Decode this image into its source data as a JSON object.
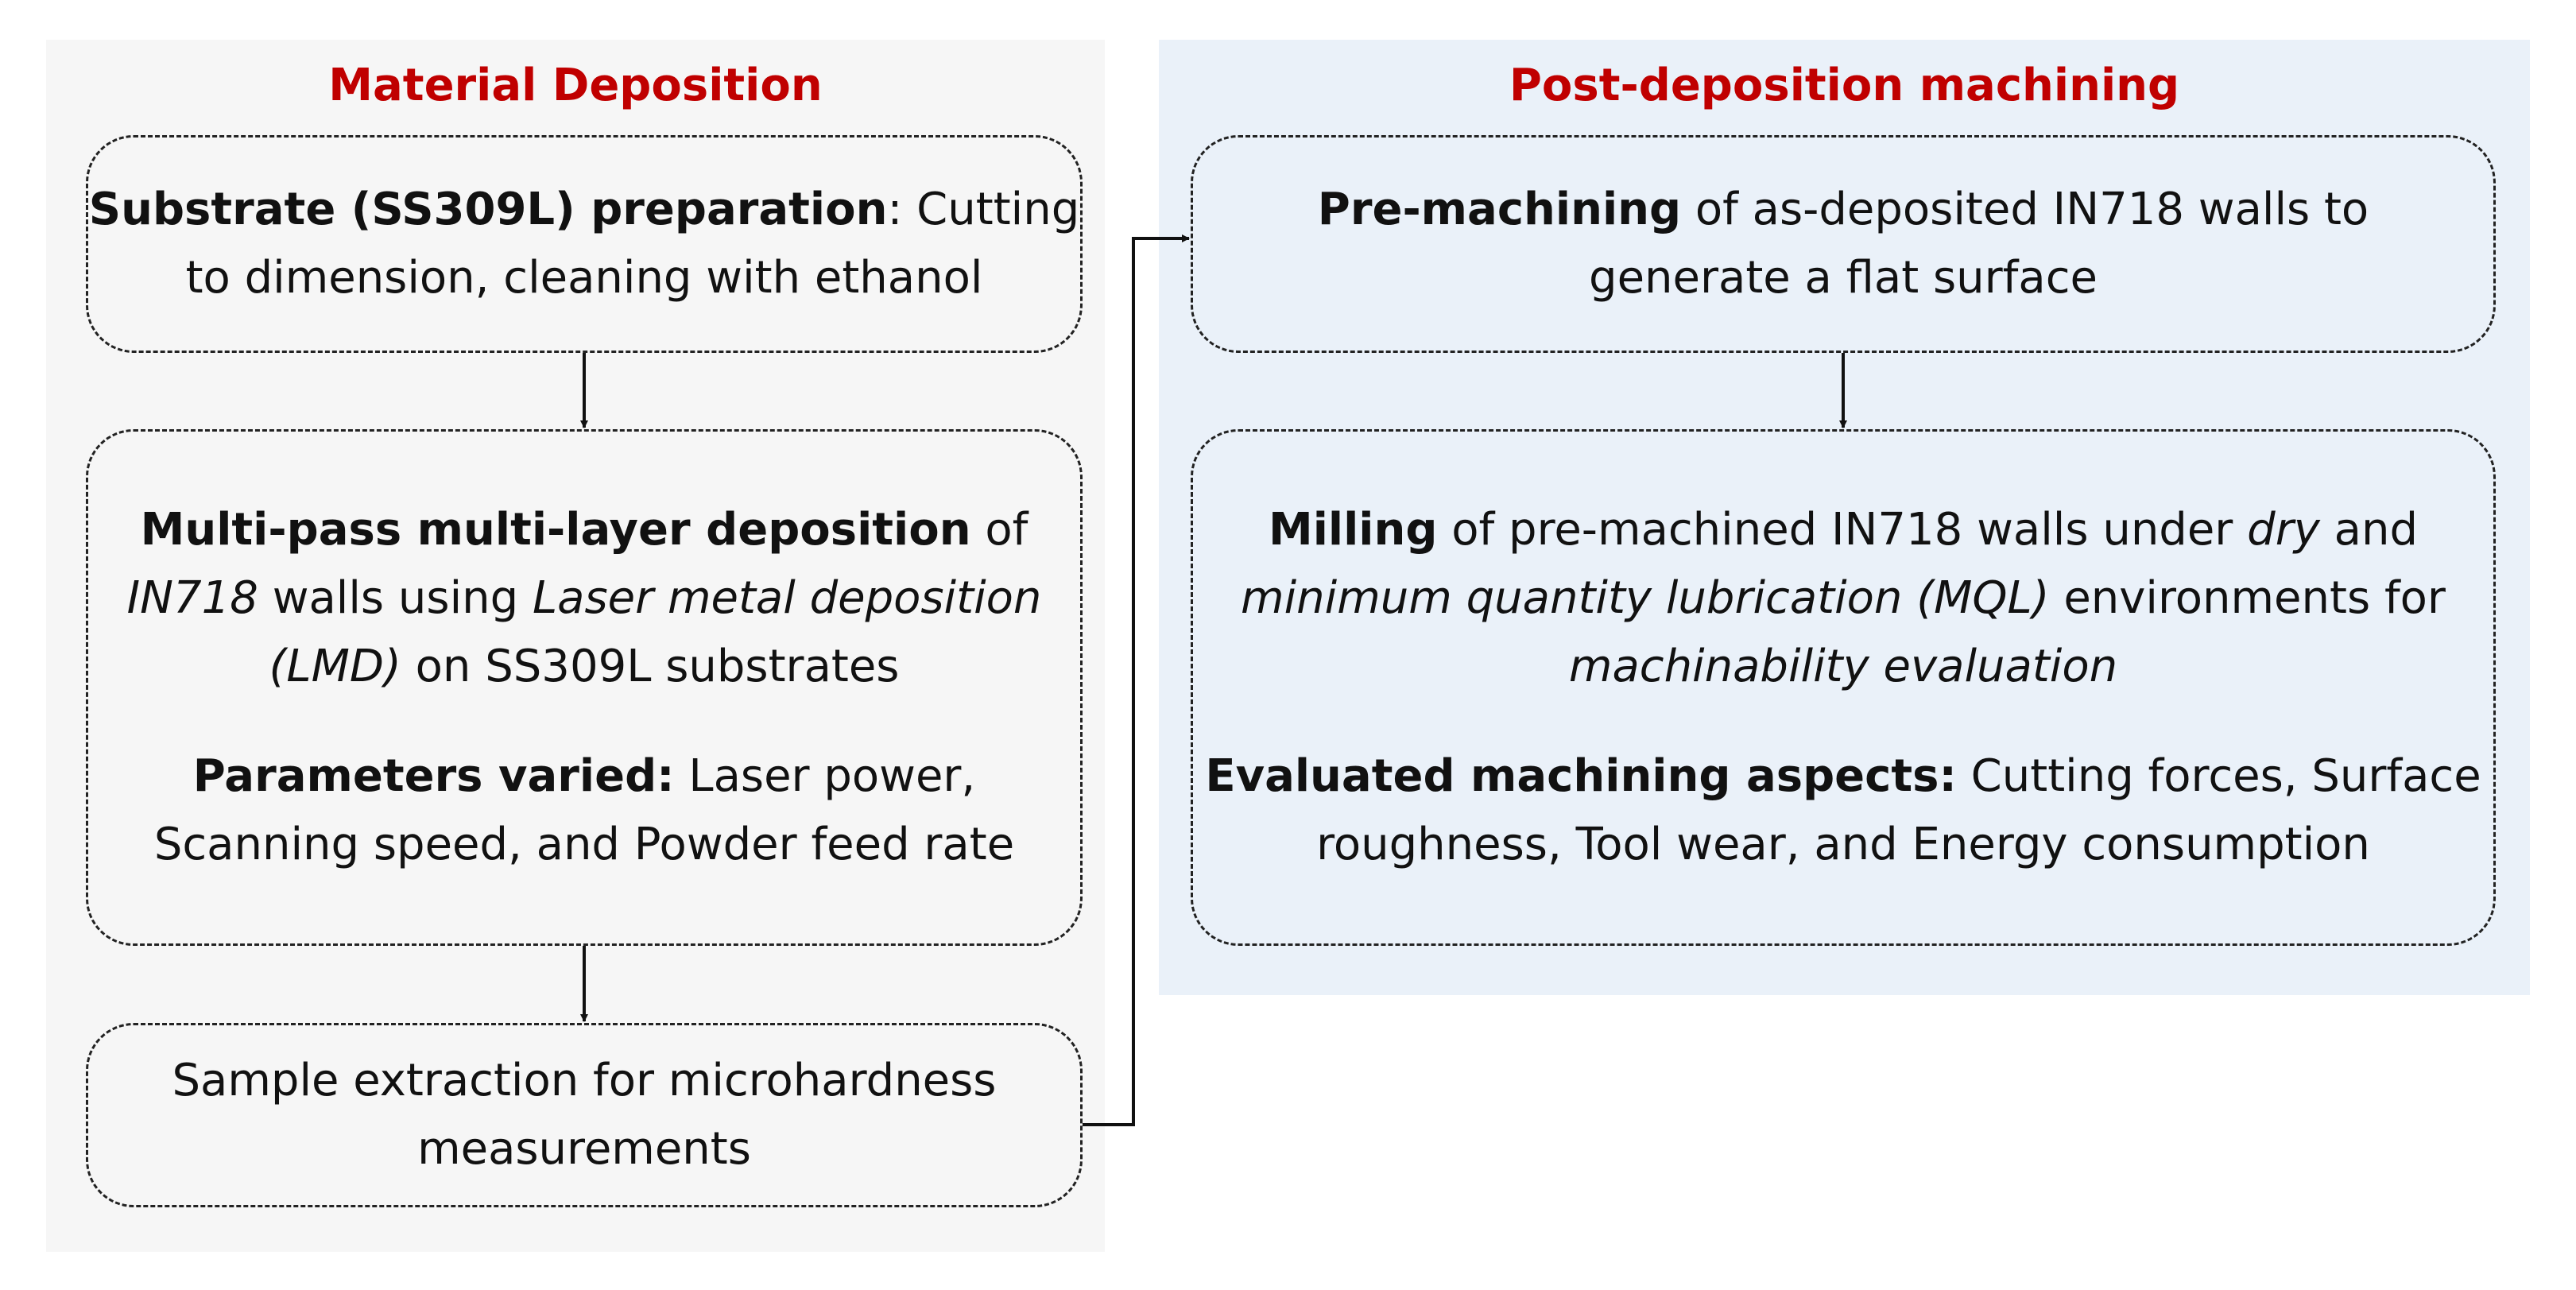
{
  "left_panel": {
    "title": "Material Deposition",
    "box_substrate": {
      "bold": "Substrate (SS309L) preparation",
      "rest1": ": Cutting",
      "line2": "to dimension, cleaning with ethanol"
    },
    "box_deposition": {
      "bold1": "Multi-pass multi-layer deposition",
      "rest1": " of",
      "it2a": "IN718",
      "rest2": " walls using ",
      "it2b": "Laser metal deposition",
      "it3": "(LMD)",
      "rest3": " on SS309L substrates",
      "bold4": "Parameters varied:",
      "rest4": " Laser power,",
      "line5": "Scanning speed, and Powder feed rate"
    },
    "box_sample": {
      "line1": "Sample extraction for microhardness",
      "line2": "measurements"
    }
  },
  "right_panel": {
    "title": "Post-deposition machining",
    "box_premach": {
      "bold": "Pre-machining",
      "rest1": " of as-deposited IN718 walls to",
      "line2": "generate a flat surface"
    },
    "box_milling": {
      "bold1": "Milling",
      "rest1a": " of pre-machined IN718 walls under ",
      "it1": "dry",
      "rest1b": " and",
      "it2": "minimum quantity lubrication (MQL)",
      "rest2": " environments for",
      "it3": "machinability evaluation",
      "bold4": "Evaluated machining aspects:",
      "rest4": " Cutting forces, Surface",
      "line5": "roughness, Tool wear, and Energy consumption"
    }
  },
  "colors": {
    "title_red": "#c00000",
    "left_panel_bg": "#f6f6f6",
    "right_panel_bg": "#eaf1f9",
    "border": "#222222"
  }
}
